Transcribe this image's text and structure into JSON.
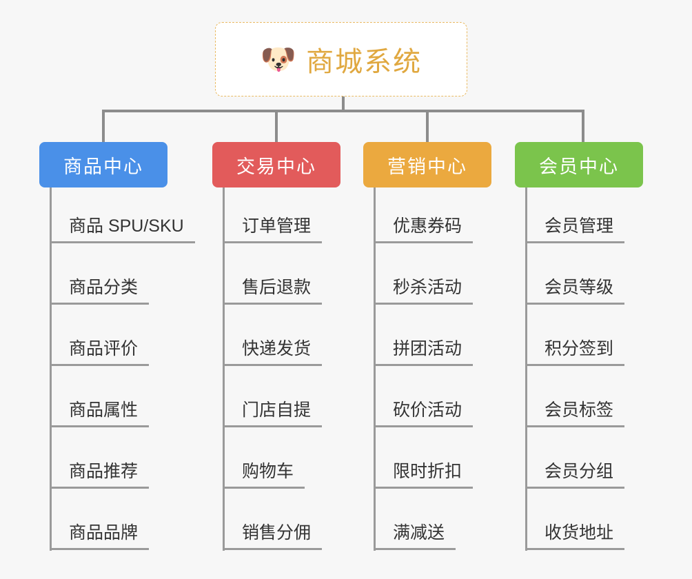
{
  "page": {
    "background_color": "#f7f7f7",
    "line_color": "#9a9a9a"
  },
  "root": {
    "icon": "dog-face-emoji",
    "icon_glyph": "🐶",
    "title": "商城系统",
    "title_color": "#e0a840",
    "border_color": "#e9b960",
    "background_color": "#ffffff"
  },
  "columns": [
    {
      "id": "product-center",
      "title": "商品中心",
      "color": "#4a90e8",
      "items": [
        "商品 SPU/SKU",
        "商品分类",
        "商品评价",
        "商品属性",
        "商品推荐",
        "商品品牌"
      ]
    },
    {
      "id": "trade-center",
      "title": "交易中心",
      "color": "#e25b5b",
      "items": [
        "订单管理",
        "售后退款",
        "快递发货",
        "门店自提",
        "购物车",
        "销售分佣"
      ]
    },
    {
      "id": "marketing-center",
      "title": "营销中心",
      "color": "#eba93f",
      "items": [
        "优惠券码",
        "秒杀活动",
        "拼团活动",
        "砍价活动",
        "限时折扣",
        "满减送"
      ]
    },
    {
      "id": "member-center",
      "title": "会员中心",
      "color": "#7bc44c",
      "items": [
        "会员管理",
        "会员等级",
        "积分签到",
        "会员标签",
        "会员分组",
        "收货地址"
      ]
    }
  ]
}
